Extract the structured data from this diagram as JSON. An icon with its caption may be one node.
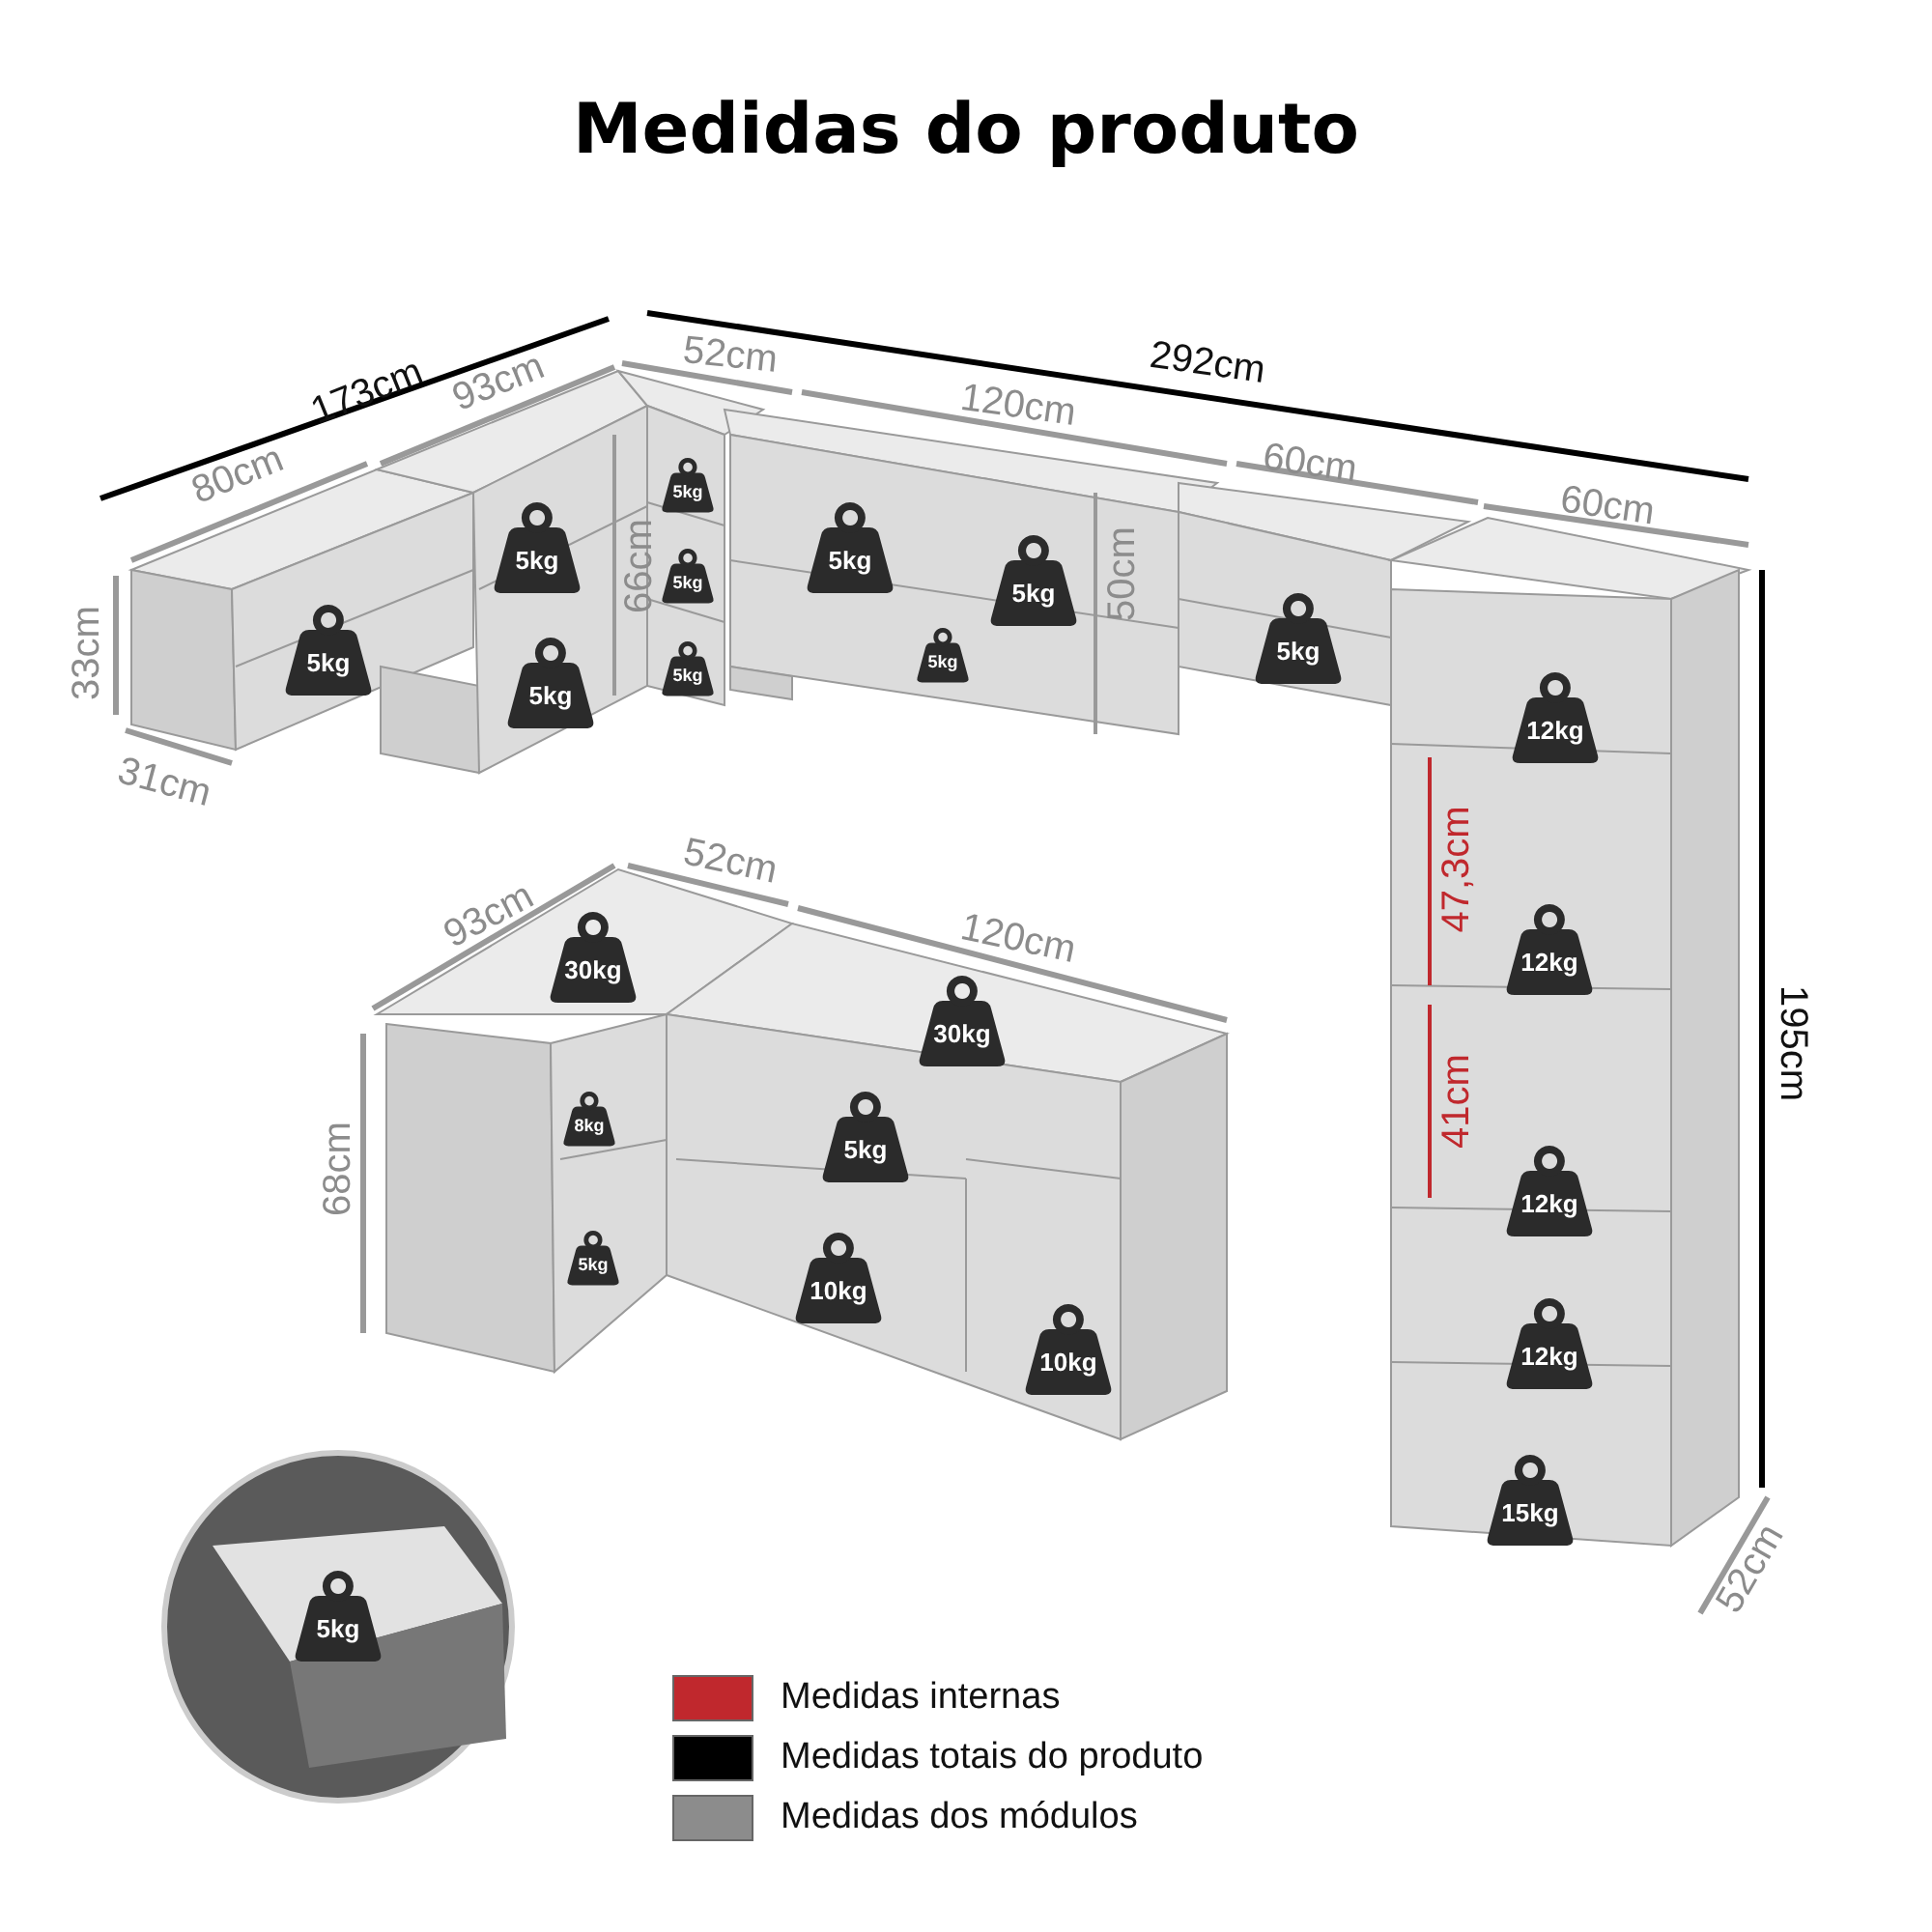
{
  "diagram": {
    "title": "Medidas do produto",
    "labels": [
      "173cm",
      "93cm",
      "52cm",
      "292cm",
      "120cm",
      "80cm",
      "60cm",
      "60cm",
      "5kg",
      "5kg",
      "5kg",
      "5kg",
      "5kg",
      "66cm",
      "50cm",
      "5kg",
      "33cm",
      "5kg",
      "5kg",
      "5kg",
      "5kg",
      "12kg",
      "31cm",
      "52cm",
      "93cm",
      "120cm",
      "47,3cm",
      "30kg",
      "12kg",
      "30kg",
      "195cm",
      "8kg",
      "41cm",
      "5kg",
      "12kg",
      "68cm",
      "5kg",
      "10kg",
      "10kg",
      "12kg",
      "15kg",
      "52cm",
      "5kg"
    ],
    "legend": [
      {
        "text": "Medidas internas",
        "color": "#c0282d"
      },
      {
        "text": "Medidas totais do produto",
        "color": "#000000"
      },
      {
        "text": "Medidas dos módulos",
        "color": "#8c8c8c"
      }
    ]
  }
}
